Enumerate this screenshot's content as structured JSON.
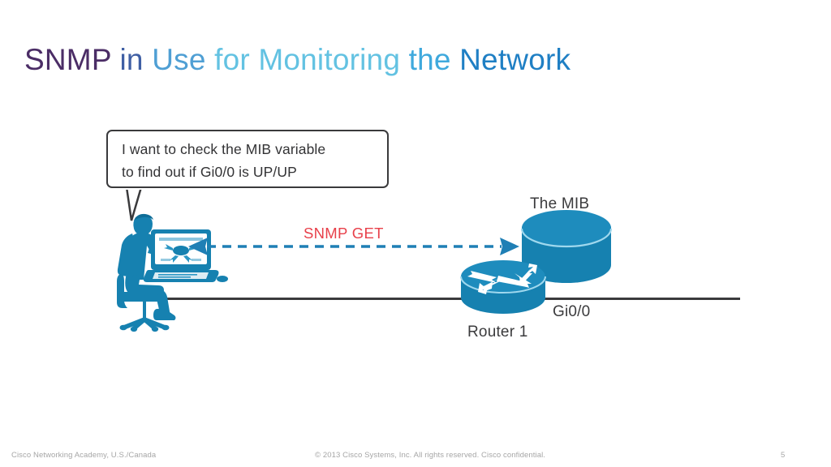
{
  "slide": {
    "title_segments": [
      {
        "text": "SNMP",
        "color": "#4b2d66"
      },
      {
        "text": " in ",
        "color": "#3f5fa4"
      },
      {
        "text": "Use",
        "color": "#4f9fd4"
      },
      {
        "text": " for ",
        "color": "#63c2e2"
      },
      {
        "text": "Monitoring",
        "color": "#63c2e2"
      },
      {
        "text": " the ",
        "color": "#3fa9dd"
      },
      {
        "text": "Network",
        "color": "#1f7fc4"
      }
    ],
    "title_plain": "SNMP in Use for Monitoring the Network",
    "page_number": "5"
  },
  "diagram": {
    "speech_bubble": {
      "line1": "I want to check the MIB variable",
      "line2": "to find out if Gi0/0 is UP/UP"
    },
    "flow_label": "SNMP GET",
    "nodes": {
      "admin": "network-administrator-at-computer",
      "router": "Router 1",
      "mib": "The MIB",
      "interface": "Gi0/0"
    },
    "colors": {
      "cisco_blue": "#1681b0",
      "cisco_blue_dark": "#0f6d97",
      "cisco_blue_light": "#2b96c4",
      "arrow_blue": "#1f7fb5",
      "link_line": "#3a3a3c",
      "bubble_border": "#3a3a3c",
      "snmp_get_red": "#e8404a"
    }
  },
  "footer": {
    "left": "Cisco Networking Academy, U.S./Canada",
    "center": "© 2013 Cisco Systems, Inc. All rights reserved. Cisco confidential.",
    "page": "5"
  }
}
